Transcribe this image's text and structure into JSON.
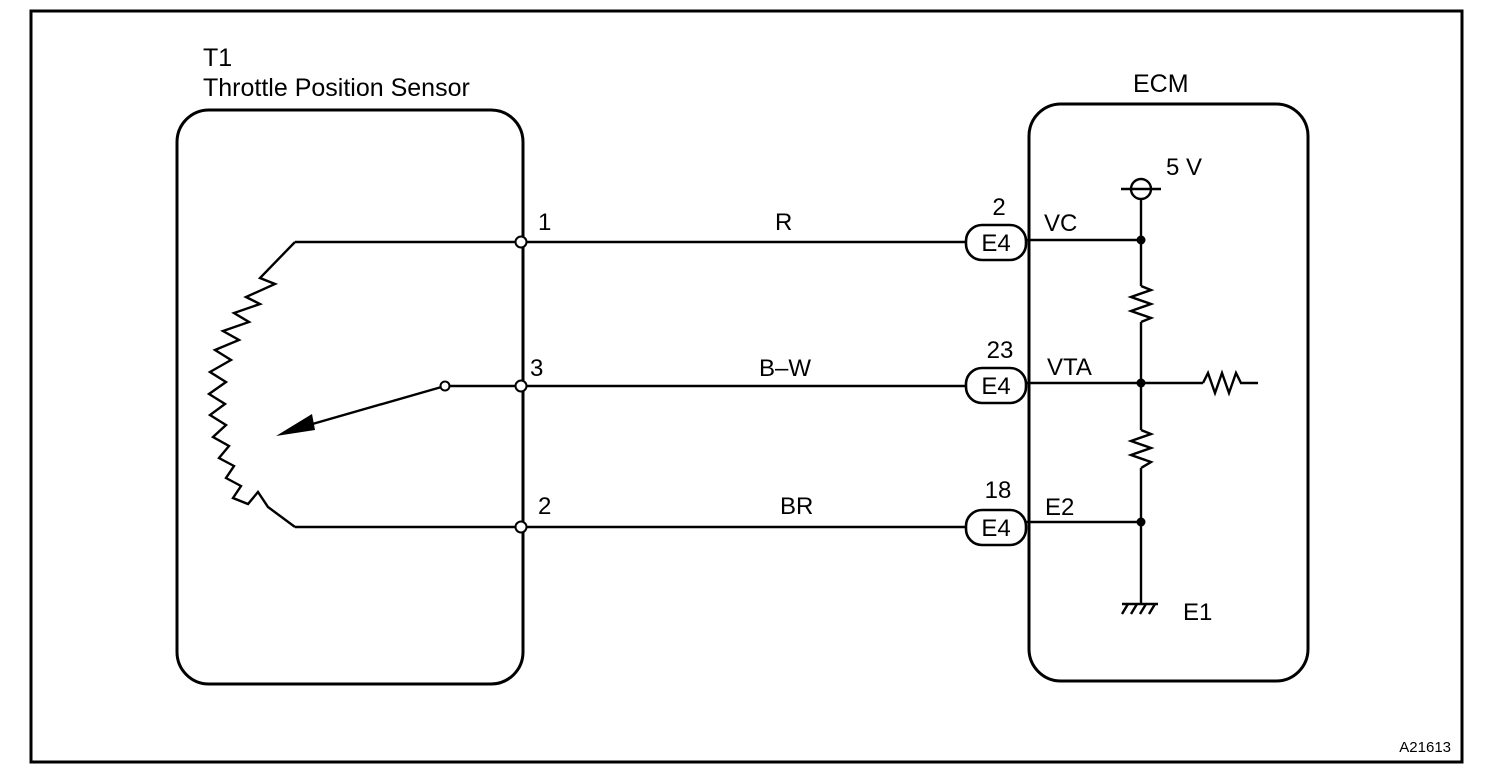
{
  "sensor": {
    "ref": "T1",
    "name": "Throttle Position Sensor",
    "pins": {
      "vc": "1",
      "vta": "3",
      "e2": "2"
    }
  },
  "ecm": {
    "name": "ECM",
    "supply": "5 V",
    "terminals": {
      "vc": "VC",
      "vta": "VTA",
      "e2": "E2",
      "ground": "E1"
    },
    "connector_pins": {
      "vc": "2",
      "vta": "23",
      "e2": "18"
    },
    "connector": "E4"
  },
  "wires": {
    "vc": "R",
    "vta": "B–W",
    "e2": "BR"
  },
  "figure_code": "A21613"
}
